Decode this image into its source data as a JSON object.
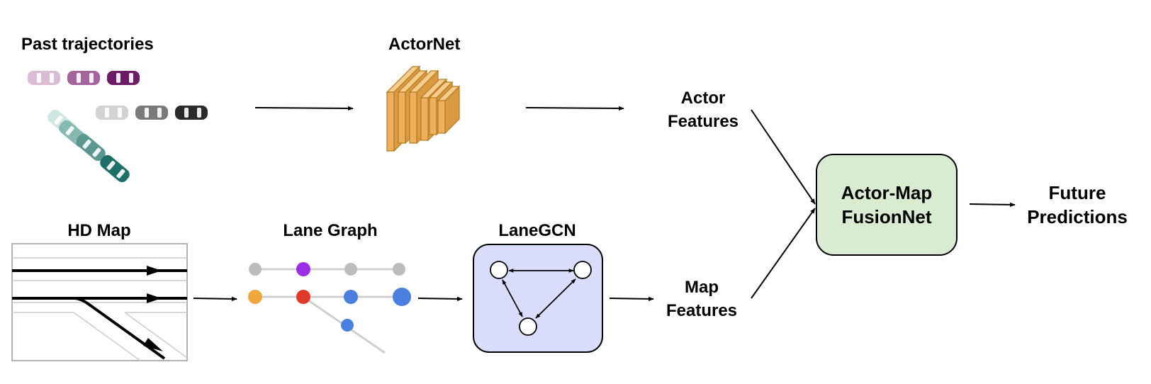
{
  "labels": {
    "past_trajectories": "Past trajectories",
    "actornet": "ActorNet",
    "actor_features_1": "Actor",
    "actor_features_2": "Features",
    "hd_map": "HD Map",
    "lane_graph": "Lane Graph",
    "lanegcn": "LaneGCN",
    "map_features_1": "Map",
    "map_features_2": "Features",
    "fusion_1": "Actor-Map",
    "fusion_2": "FusionNet",
    "future_1": "Future",
    "future_2": "Predictions"
  },
  "colors": {
    "car_purple": [
      "#d9bdd6",
      "#a4649c",
      "#6d1c66"
    ],
    "car_gray": [
      "#d2d2d2",
      "#7a7a7a",
      "#2a2a2a"
    ],
    "car_teal": [
      "#cfe6e2",
      "#87b9b3",
      "#5b9891",
      "#1e6f69"
    ],
    "conv_fill": "#eeb05e",
    "conv_stroke": "#b57b1c",
    "gcn_box": "#d9dcfb",
    "fusion_box": "#d9ecd2",
    "node_gray": "#bdbdbd",
    "node_purple": "#9b2fe6",
    "node_orange": "#f0a63c",
    "node_red": "#e0392b",
    "node_blue": "#4a7fe0"
  },
  "icons": {
    "car": "car-icon",
    "conv_stack": "conv-layers-icon",
    "graph": "graph-icon"
  }
}
